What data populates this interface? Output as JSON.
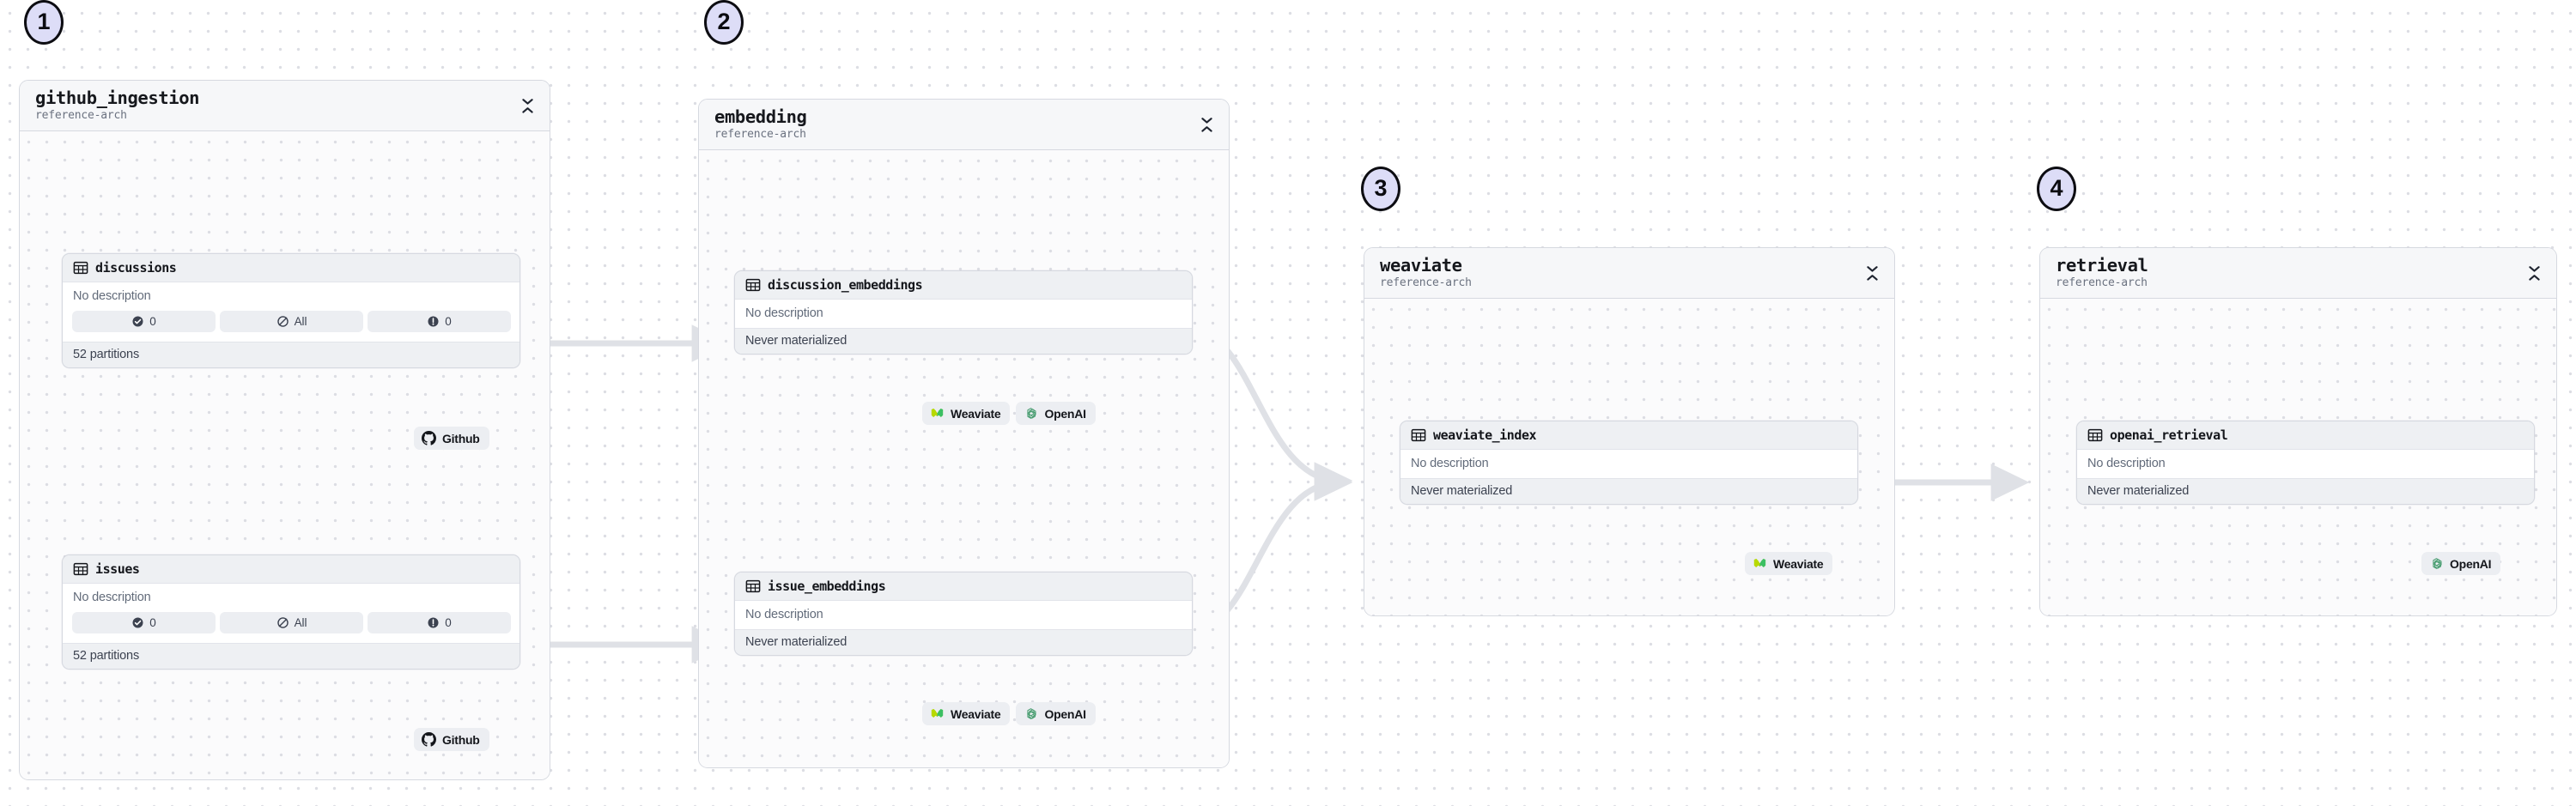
{
  "canvas": {
    "background_color": "#ffffff",
    "dot_grid_color": "#dcdde3",
    "edge_color": "#dfe1e6"
  },
  "theme": {
    "badge_fill": "#ddddf7",
    "badge_border": "#0d0d12",
    "group_bg": "#fcfcfd",
    "group_header_bg": "#f6f7f9",
    "group_border": "#d6d9e0",
    "node_header_bg": "#eef0f3",
    "chip_bg": "#eceef2",
    "text_primary": "#14161b",
    "text_muted": "#626b7a"
  },
  "step_badges": [
    {
      "number": "1"
    },
    {
      "number": "2"
    },
    {
      "number": "3"
    },
    {
      "number": "4"
    }
  ],
  "groups": [
    {
      "id": "github_ingestion",
      "title": "github_ingestion",
      "subtitle": "reference-arch",
      "collapse_icon": "collapse-vertical-icon"
    },
    {
      "id": "embedding",
      "title": "embedding",
      "subtitle": "reference-arch",
      "collapse_icon": "collapse-vertical-icon"
    },
    {
      "id": "weaviate",
      "title": "weaviate",
      "subtitle": "reference-arch",
      "collapse_icon": "collapse-vertical-icon"
    },
    {
      "id": "retrieval",
      "title": "retrieval",
      "subtitle": "reference-arch",
      "collapse_icon": "collapse-vertical-icon"
    }
  ],
  "assets": [
    {
      "id": "discussions",
      "name": "discussions",
      "icon": "table-icon",
      "description": "No description",
      "status_chips": [
        {
          "icon": "check-circle-icon",
          "label": "0"
        },
        {
          "icon": "no-entry-icon",
          "label": "All"
        },
        {
          "icon": "alert-circle-icon",
          "label": "0"
        }
      ],
      "footer": "52 partitions",
      "tags": [
        {
          "icon": "github-icon",
          "label": "Github"
        }
      ]
    },
    {
      "id": "issues",
      "name": "issues",
      "icon": "table-icon",
      "description": "No description",
      "status_chips": [
        {
          "icon": "check-circle-icon",
          "label": "0"
        },
        {
          "icon": "no-entry-icon",
          "label": "All"
        },
        {
          "icon": "alert-circle-icon",
          "label": "0"
        }
      ],
      "footer": "52 partitions",
      "tags": [
        {
          "icon": "github-icon",
          "label": "Github"
        }
      ]
    },
    {
      "id": "discussion_embeddings",
      "name": "discussion_embeddings",
      "icon": "table-icon",
      "description": "No description",
      "footer": "Never materialized",
      "tags": [
        {
          "icon": "weaviate-icon",
          "label": "Weaviate"
        },
        {
          "icon": "openai-icon",
          "label": "OpenAI"
        }
      ]
    },
    {
      "id": "issue_embeddings",
      "name": "issue_embeddings",
      "icon": "table-icon",
      "description": "No description",
      "footer": "Never materialized",
      "tags": [
        {
          "icon": "weaviate-icon",
          "label": "Weaviate"
        },
        {
          "icon": "openai-icon",
          "label": "OpenAI"
        }
      ]
    },
    {
      "id": "weaviate_index",
      "name": "weaviate_index",
      "icon": "table-icon",
      "description": "No description",
      "footer": "Never materialized",
      "tags": [
        {
          "icon": "weaviate-icon",
          "label": "Weaviate"
        }
      ]
    },
    {
      "id": "openai_retrieval",
      "name": "openai_retrieval",
      "icon": "table-icon",
      "description": "No description",
      "footer": "Never materialized",
      "tags": [
        {
          "icon": "openai-icon",
          "label": "OpenAI"
        }
      ]
    }
  ],
  "edges": [
    {
      "from": "discussions",
      "to": "discussion_embeddings",
      "shape": "straight"
    },
    {
      "from": "issues",
      "to": "issue_embeddings",
      "shape": "straight"
    },
    {
      "from": "discussion_embeddings",
      "to": "weaviate_index",
      "shape": "curved"
    },
    {
      "from": "issue_embeddings",
      "to": "weaviate_index",
      "shape": "curved"
    },
    {
      "from": "weaviate_index",
      "to": "openai_retrieval",
      "shape": "straight"
    }
  ]
}
